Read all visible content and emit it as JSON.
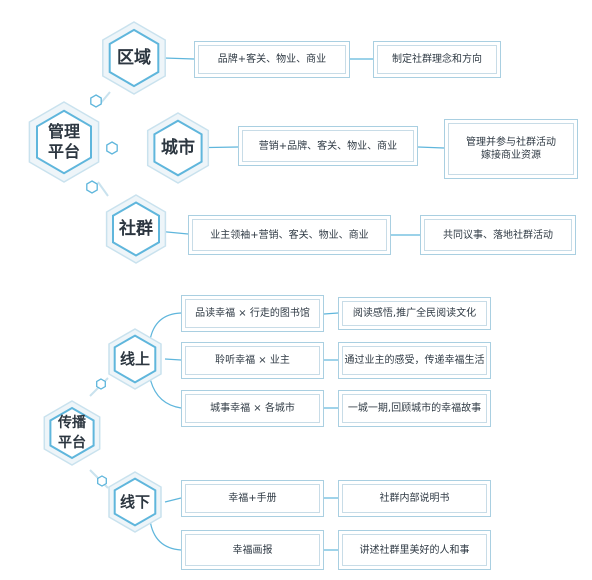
{
  "section1": {
    "hub": {
      "line1": "管理",
      "line2": "平台"
    },
    "branches": [
      {
        "label": "区域",
        "items": [
          "品牌+客关、物业、商业"
        ],
        "results": [
          [
            "制定社群理念和方向"
          ]
        ]
      },
      {
        "label": "城市",
        "items": [
          "营销+品牌、客关、物业、商业"
        ],
        "results": [
          [
            "管理并参与社群活动",
            "嫁接商业资源"
          ]
        ]
      },
      {
        "label": "社群",
        "items": [
          "业主领袖+营销、客关、物业、商业"
        ],
        "results": [
          [
            "共同议事、落地社群活动"
          ]
        ]
      }
    ]
  },
  "section2": {
    "hub": {
      "line1": "传播",
      "line2": "平台"
    },
    "branches": [
      {
        "label": "线上",
        "items": [
          "品读幸福 × 行走的图书馆",
          "聆听幸福 × 业主",
          "城事幸福 × 各城市"
        ],
        "results": [
          [
            "阅读感悟,推广全民阅读文化"
          ],
          [
            "通过业主的感受，传递幸福生活"
          ],
          [
            "一城一期,回顾城市的幸福故事"
          ]
        ]
      },
      {
        "label": "线下",
        "items": [
          "幸福+手册",
          "幸福画报"
        ],
        "results": [
          [
            "社群内部说明书"
          ],
          [
            "讲述社群里美好的人和事"
          ]
        ]
      }
    ]
  },
  "colors": {
    "accent": "#5fb6dc",
    "hex_outer": "#c9e2ee",
    "box_border": "#a9cfe1",
    "text": "#2f3a44"
  }
}
